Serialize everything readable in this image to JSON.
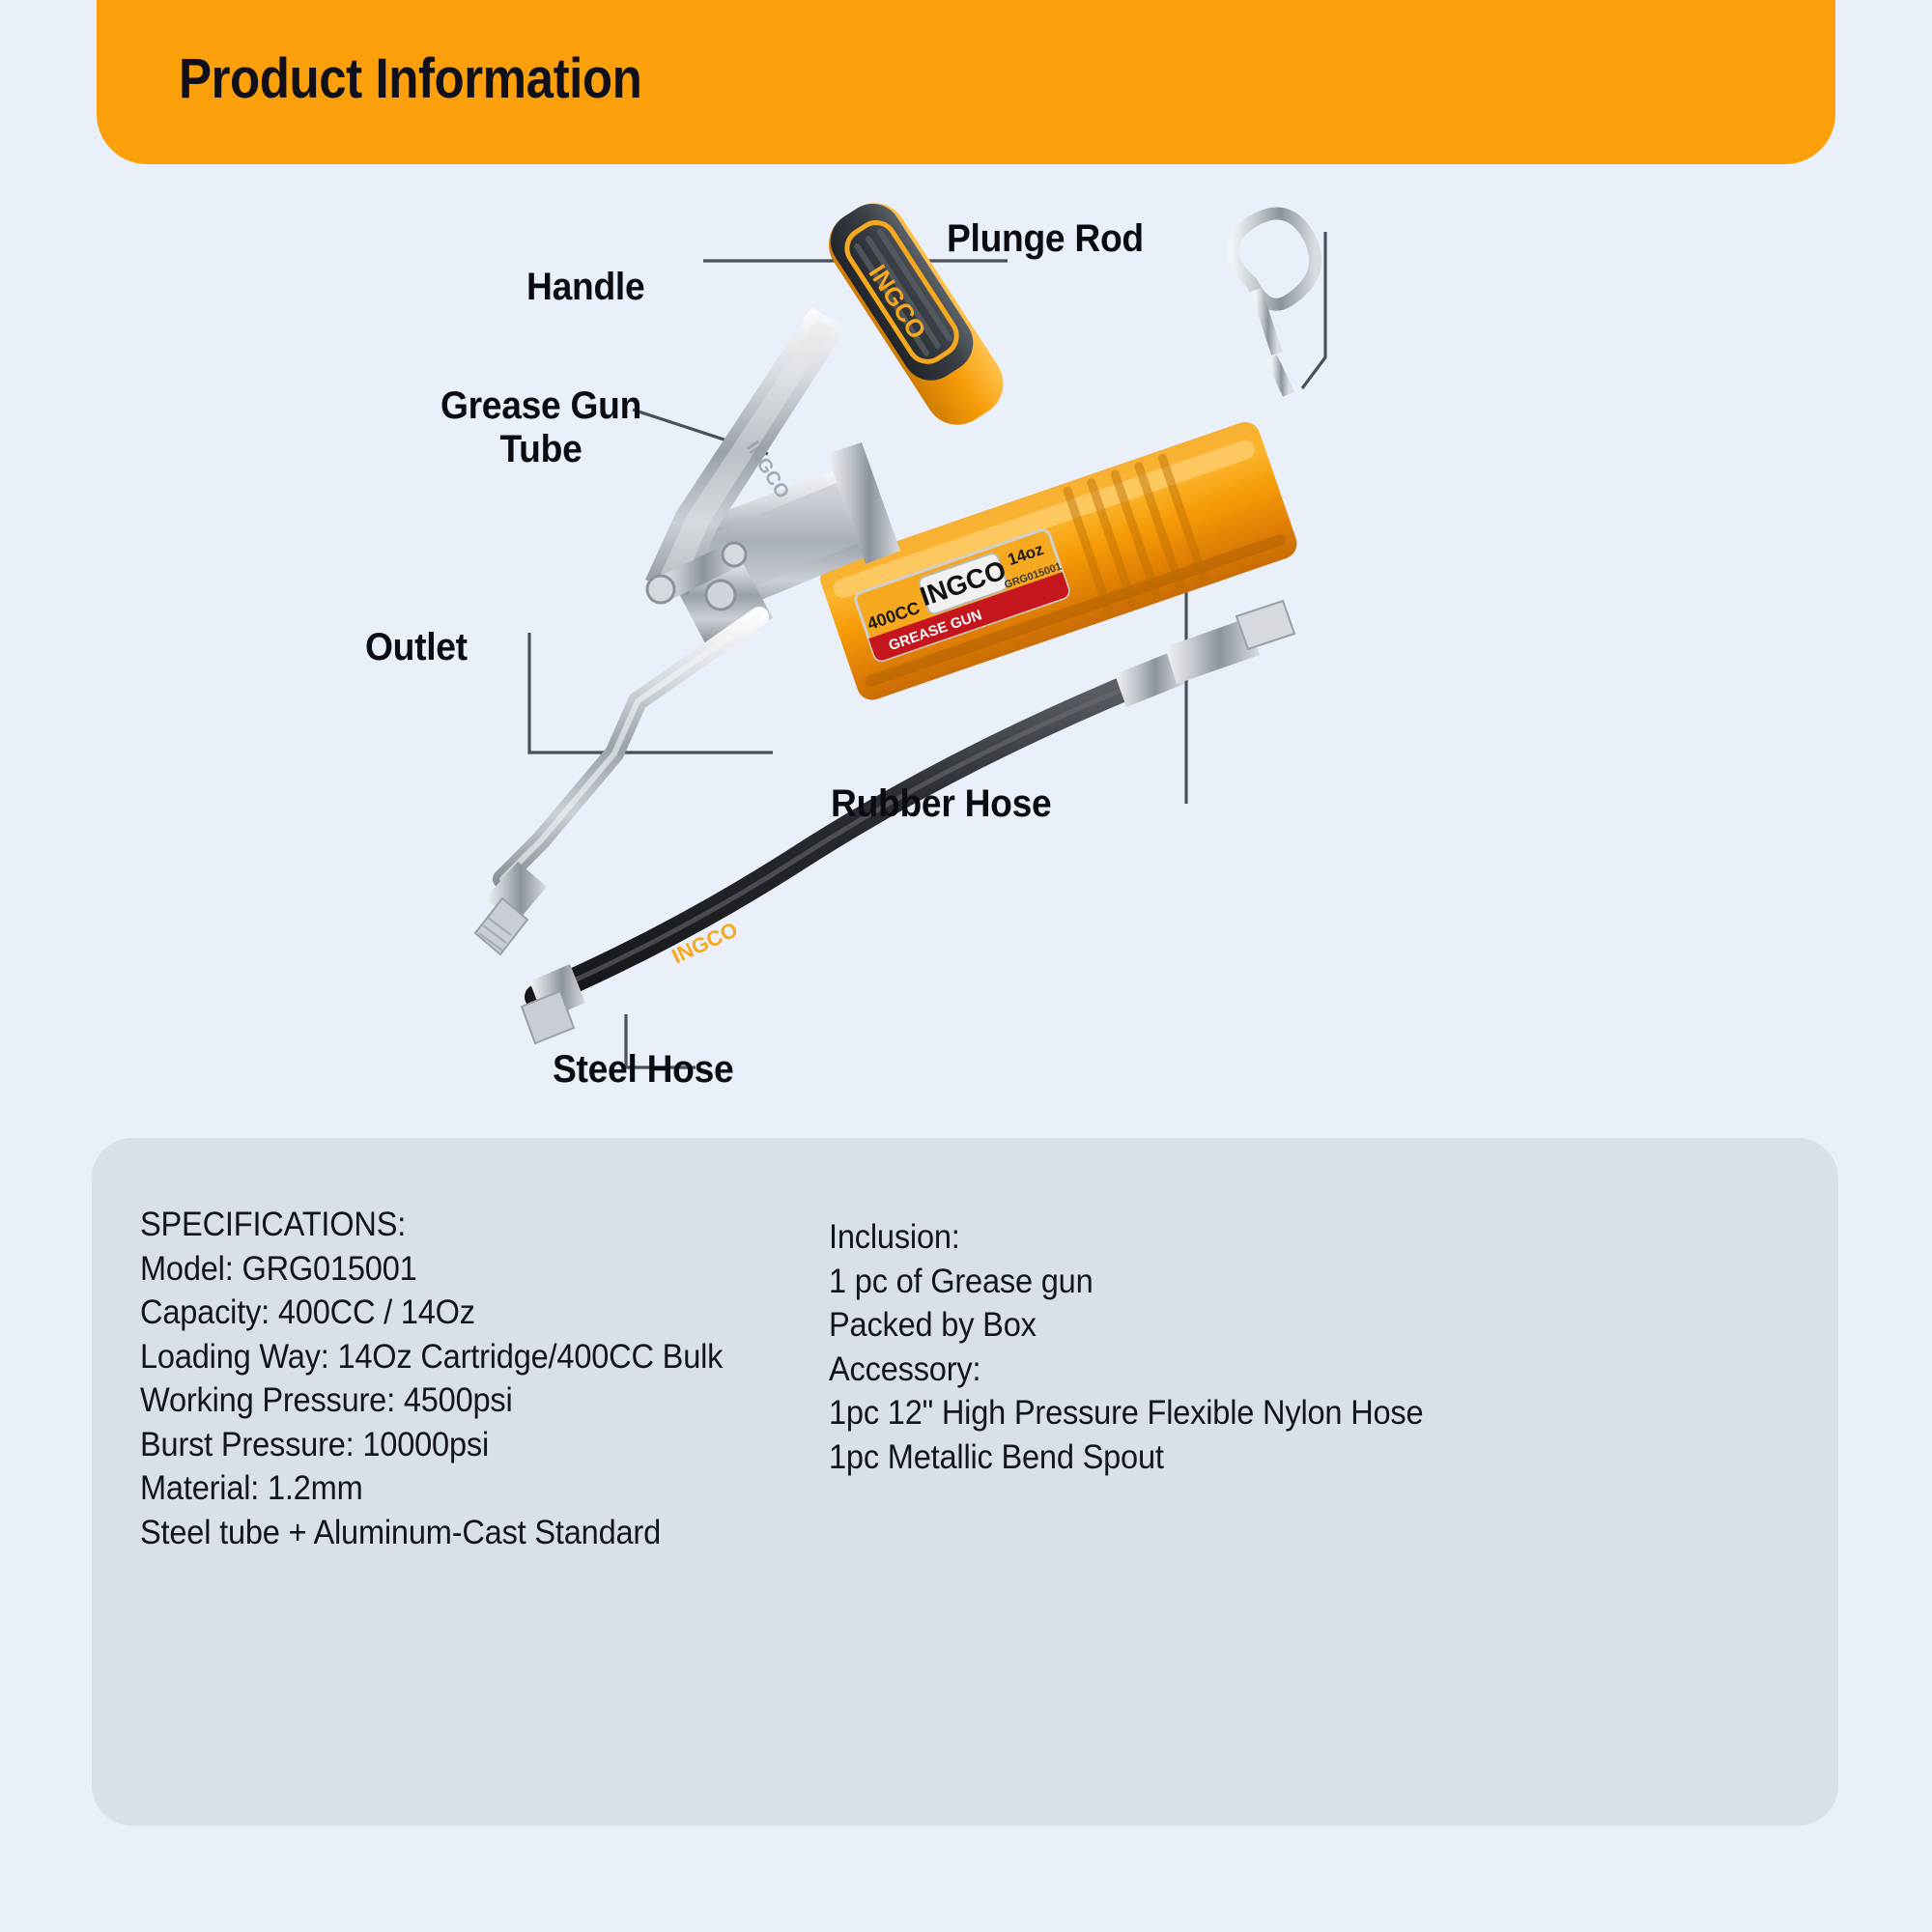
{
  "header": {
    "title": "Product Information",
    "bar_color": "#FBA00B"
  },
  "page": {
    "background_color": "#eaf0f9",
    "panel_color": "#d9e0e9"
  },
  "callouts": [
    {
      "id": "handle",
      "label": "Handle"
    },
    {
      "id": "plunge-rod",
      "label": "Plunge Rod"
    },
    {
      "id": "grease-gun-tube",
      "label": "Grease Gun\nTube"
    },
    {
      "id": "outlet",
      "label": "Outlet"
    },
    {
      "id": "rubber-hose",
      "label": "Rubber Hose"
    },
    {
      "id": "steel-hose",
      "label": "Steel Hose"
    }
  ],
  "product_label": {
    "brand": "INGCO",
    "capacity_cc": "400CC",
    "capacity_oz": "14oz",
    "model": "GRG015001",
    "product_type": "GREASE GUN",
    "hose_brand": "INGCO",
    "tube_brand": "INGCO"
  },
  "specifications": {
    "heading": "SPECIFICATIONS:",
    "lines": [
      "Model: GRG015001",
      "Capacity: 400CC / 14Oz",
      "Loading Way: 14Oz Cartridge/400CC Bulk",
      "Working Pressure: 4500psi",
      "Burst Pressure: 10000psi",
      "Material: 1.2mm",
      "Steel tube + Aluminum-Cast Standard"
    ]
  },
  "inclusion": {
    "heading": "Inclusion:",
    "items": [
      "1 pc of Grease gun",
      "Packed by Box"
    ]
  },
  "accessory": {
    "heading": "Accessory:",
    "items": [
      "1pc 12\" High Pressure Flexible Nylon Hose",
      "1pc Metallic Bend Spout"
    ]
  }
}
